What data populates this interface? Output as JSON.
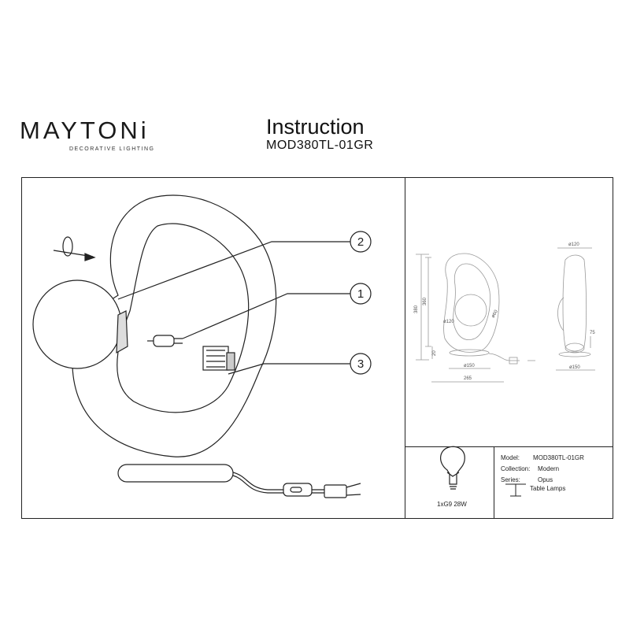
{
  "header": {
    "brand": "MAYTONi",
    "brand_tagline": "DECORATIVE LIGHTING",
    "title": "Instruction",
    "model_code": "MOD380TL-01GR"
  },
  "assembly": {
    "callouts": [
      "2",
      "1",
      "3"
    ]
  },
  "dimensions": {
    "d_top": "ø120",
    "h_total": "380",
    "h_body": "360",
    "h_base": "20",
    "d_sphere": "ø120",
    "ring_d": "ø60",
    "d_base": "ø150",
    "width": "265",
    "side_d_base": "ø150",
    "side_h": "75"
  },
  "bulb": {
    "icon": "light-bulb-icon",
    "spec": "1xG9 28W"
  },
  "specs": {
    "model_label": "Model:",
    "model_value": "MOD380TL-01GR",
    "collection_label": "Collection:",
    "collection_value": "Modern",
    "series_label": "Series:",
    "series_value": "Opus",
    "type_value": "Table Lamps",
    "type_icon": "table-lamp-icon"
  }
}
